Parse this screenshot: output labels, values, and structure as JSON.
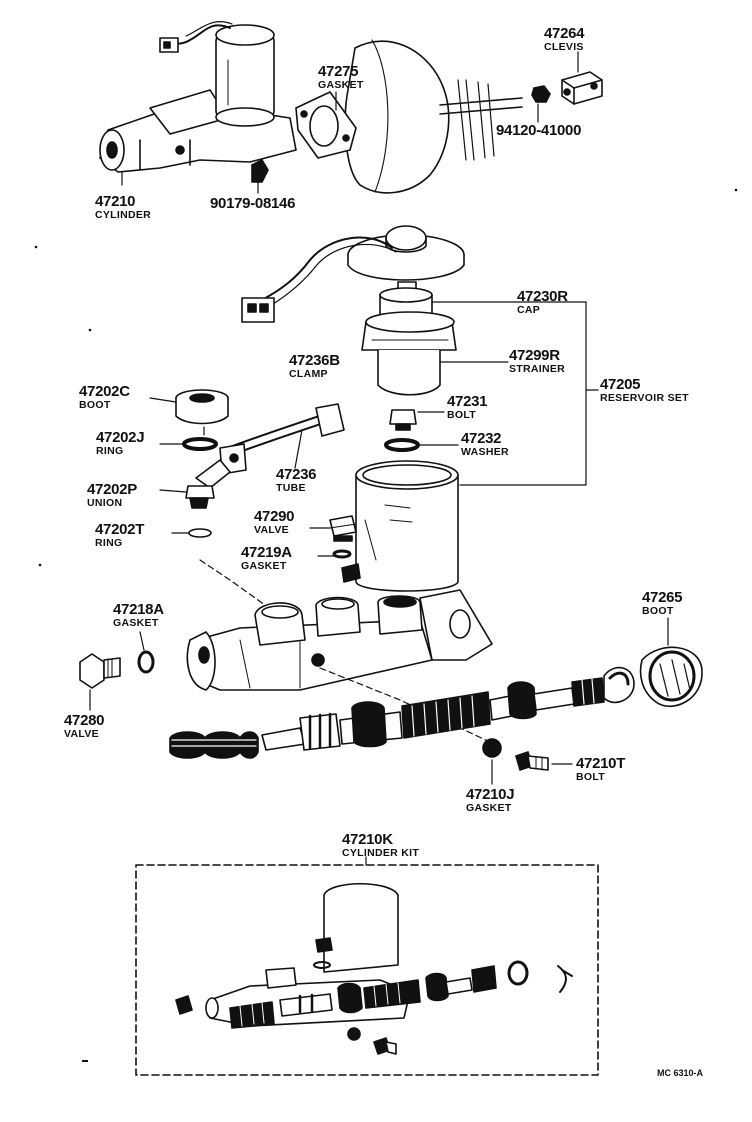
{
  "parts": {
    "p47264": {
      "num": "47264",
      "name": "CLEVIS"
    },
    "p47275": {
      "num": "47275",
      "name": "GASKET"
    },
    "p94120": {
      "num": "94120-41000"
    },
    "p47210": {
      "num": "47210",
      "name": "CYLINDER"
    },
    "p90179": {
      "num": "90179-08146"
    },
    "p47230R": {
      "num": "47230R",
      "name": "CAP"
    },
    "p47236B": {
      "num": "47236B",
      "name": "CLAMP"
    },
    "p47299R": {
      "num": "47299R",
      "name": "STRAINER"
    },
    "p47202C": {
      "num": "47202C",
      "name": "BOOT"
    },
    "p47205": {
      "num": "47205",
      "name": "RESERVOIR SET"
    },
    "p47231": {
      "num": "47231",
      "name": "BOLT"
    },
    "p47202J": {
      "num": "47202J",
      "name": "RING"
    },
    "p47232": {
      "num": "47232",
      "name": "WASHER"
    },
    "p47236": {
      "num": "47236",
      "name": "TUBE"
    },
    "p47202P": {
      "num": "47202P",
      "name": "UNION"
    },
    "p47290": {
      "num": "47290",
      "name": "VALVE"
    },
    "p47202T": {
      "num": "47202T",
      "name": "RING"
    },
    "p47219A": {
      "num": "47219A",
      "name": "GASKET"
    },
    "p47218A": {
      "num": "47218A",
      "name": "GASKET"
    },
    "p47265": {
      "num": "47265",
      "name": "BOOT"
    },
    "p47280": {
      "num": "47280",
      "name": "VALVE"
    },
    "p47210T": {
      "num": "47210T",
      "name": "BOLT"
    },
    "p47210J": {
      "num": "47210J",
      "name": "GASKET"
    },
    "p47210K": {
      "num": "47210K",
      "name": "CYLINDER KIT"
    }
  },
  "diagram_code": "MC 6310-A"
}
